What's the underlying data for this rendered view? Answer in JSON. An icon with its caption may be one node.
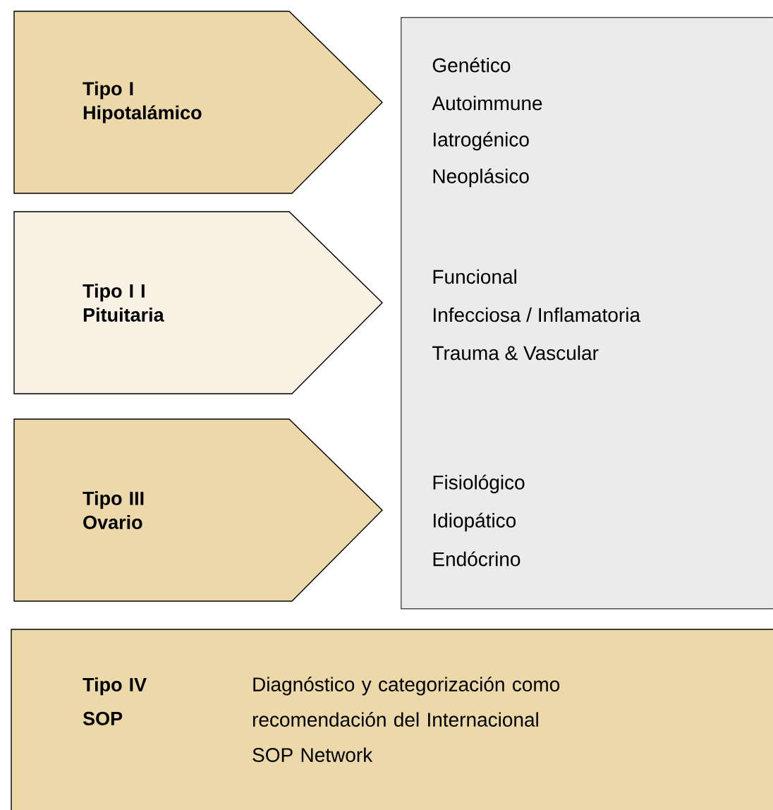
{
  "diagram": {
    "nodes": [
      {
        "text": [
          "Tipo I Hipotalámico"
        ]
      },
      {
        "text": [
          "Tipo I I Pituitaria"
        ]
      },
      {
        "text": [
          "Tipo III Ovario"
        ]
      },
      {
        "text": [
          "Genético",
          "Autoimmune",
          "Iatrogénico",
          "Neoplásico",
          "Funcional",
          "Infecciosa / Inflamatoria",
          "Trauma & Vascular",
          "Fisiológico",
          "Idiopático",
          "Endócrino"
        ]
      },
      {
        "text": [
          "Tipo IV SOP",
          "Diagnóstico y categorización como recomendación del Internacional SOP Network"
        ]
      }
    ]
  }
}
